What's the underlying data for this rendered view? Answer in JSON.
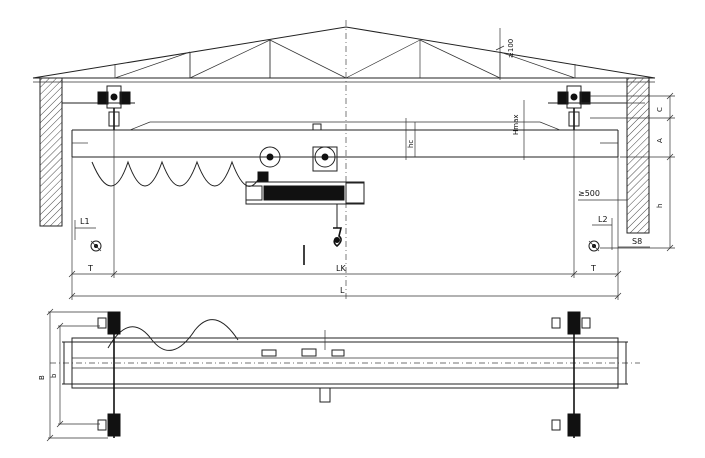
{
  "labels": {
    "roof_clearance": "≥100",
    "c": "C",
    "a": "A",
    "h": "h",
    "hc": "hc",
    "h_max": "Hmax",
    "trolley_clear": "≥500",
    "l1": "L1",
    "l2": "L2",
    "s8": "S8",
    "t_left": "T",
    "t_right": "T",
    "lk": "LK",
    "l_total": "L",
    "b_outer": "B",
    "b_inner": "b"
  }
}
